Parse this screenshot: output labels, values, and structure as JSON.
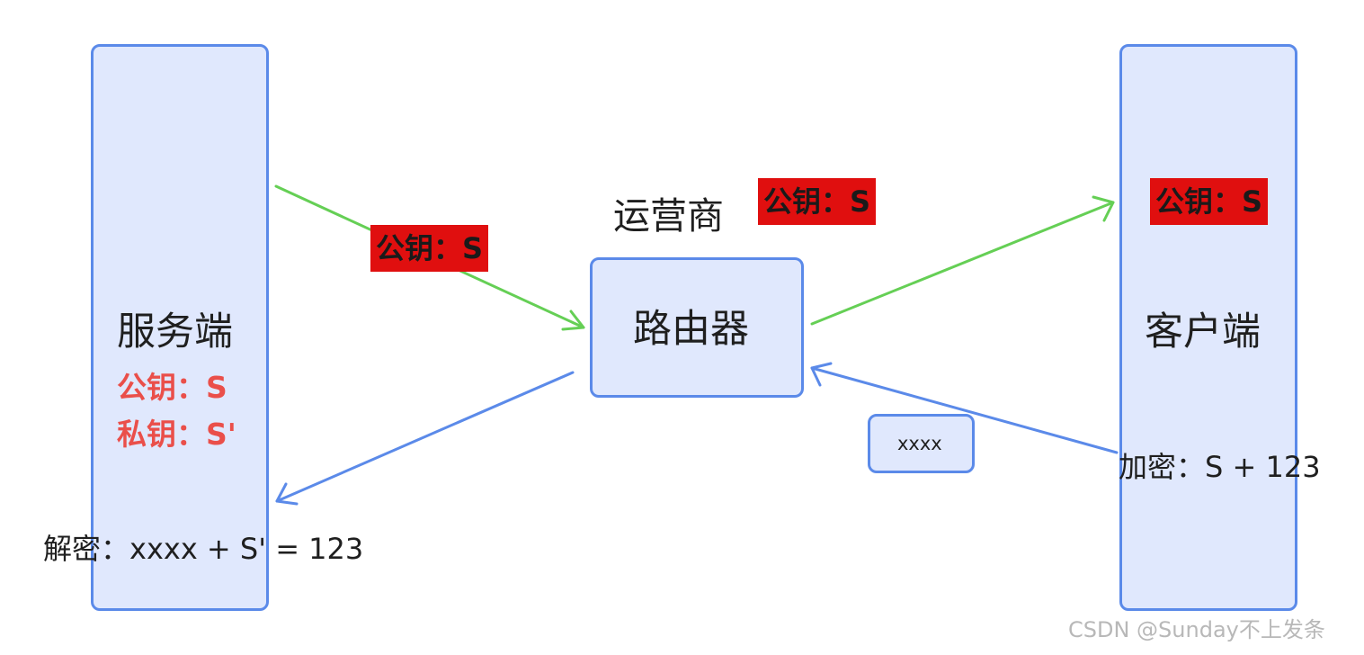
{
  "nodes": {
    "server": {
      "title": "服务端",
      "public_key": "公钥：S",
      "private_key": "私钥：S'"
    },
    "router": {
      "title": "路由器"
    },
    "isp": {
      "label": "运营商"
    },
    "client": {
      "title": "客户端"
    },
    "ciphertext": {
      "label": "xxxx"
    }
  },
  "tags": {
    "server_to_router": "公钥：S",
    "isp": "公钥：S",
    "client": "公钥：S"
  },
  "annotations": {
    "encrypt": "加密：S + 123",
    "decrypt": "解密：xxxx + S' = 123"
  },
  "watermark": "CSDN @Sunday不上发条",
  "colors": {
    "box_fill": "#e0e8fd",
    "box_border": "#5b8ae9",
    "key_arrow": "#65cf55",
    "data_arrow": "#5b8ae9",
    "tag_fill": "#e00f0f",
    "key_text": "#ea4f4a"
  }
}
